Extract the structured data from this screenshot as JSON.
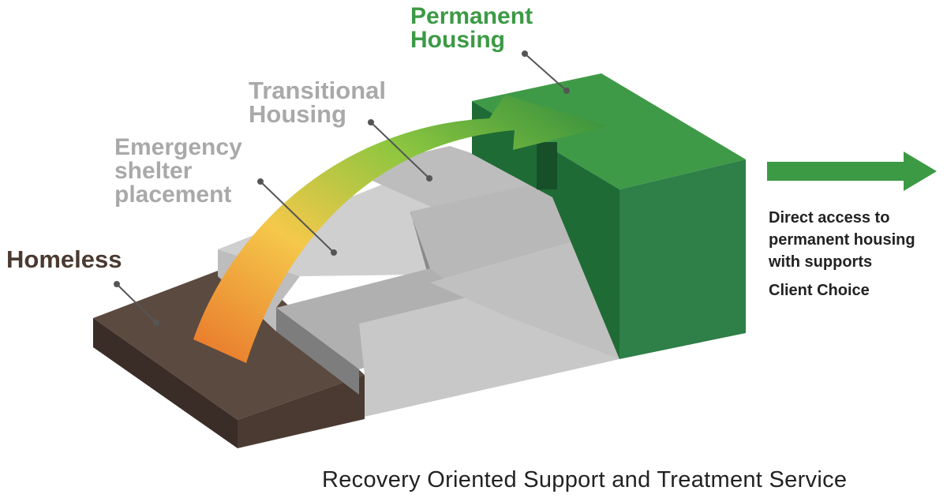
{
  "labels": {
    "permanent": [
      "Permanent",
      "Housing"
    ],
    "transitional": [
      "Transitional",
      "Housing"
    ],
    "emergency": [
      "Emergency",
      "shelter",
      "placement"
    ],
    "homeless": "Homeless"
  },
  "side": {
    "lines": [
      "Direct access to",
      "permanent housing",
      "with supports"
    ],
    "choice": "Client Choice"
  },
  "footer": "Recovery Oriented Support and Treatment Service",
  "colors": {
    "homeless": "#4a3a30",
    "gray_steps": "#c4c4c4",
    "green": "#3c9a45",
    "arrow_gradient": [
      "#e8742a",
      "#f5c84a",
      "#8cc63f",
      "#2e8b3e"
    ],
    "text_gray": "#a9a9a9"
  }
}
